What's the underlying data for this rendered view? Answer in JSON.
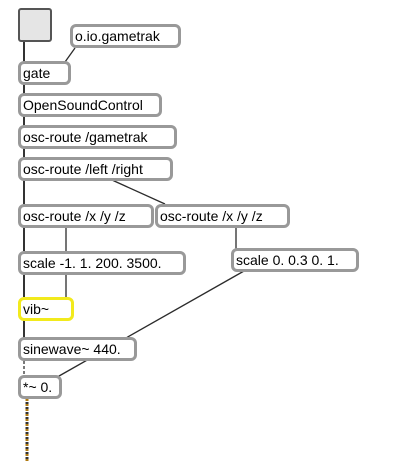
{
  "patcher": {
    "objects": {
      "gametrak": "o.io.gametrak",
      "gate": "gate",
      "osc": "OpenSoundControl",
      "route_gametrak": "osc-route /gametrak",
      "route_leftright": "osc-route /left /right",
      "route_xyz_left": "osc-route /x /y /z",
      "route_xyz_right": "osc-route /x /y /z",
      "scale_freq": "scale -1. 1. 200. 3500.",
      "scale_amp": "scale 0. 0.3 0. 1.",
      "vib": "vib~",
      "sinewave": "sinewave~ 440.",
      "mult": "*~ 0."
    }
  }
}
